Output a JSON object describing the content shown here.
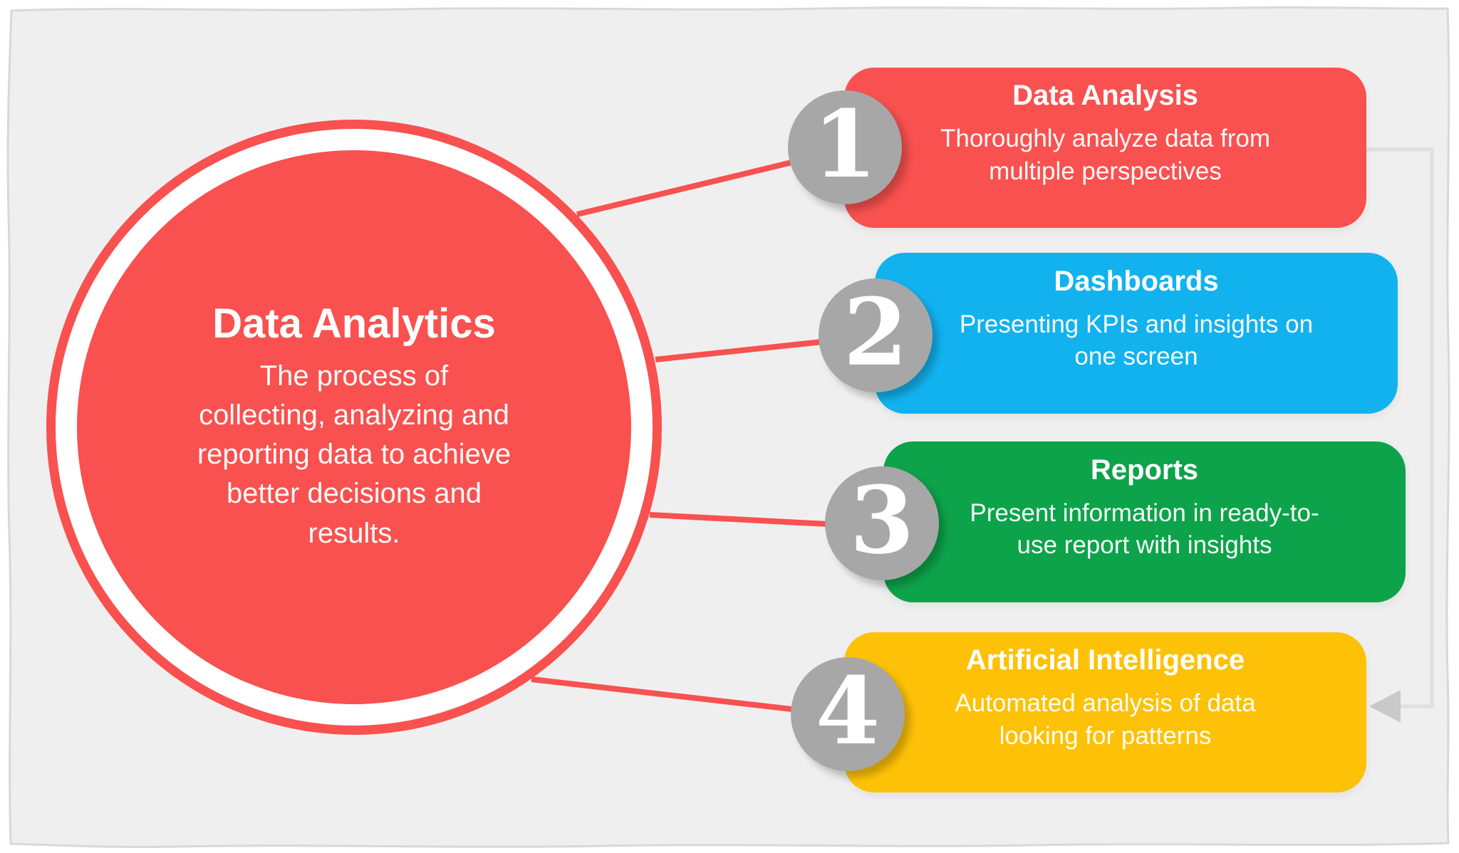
{
  "colors": {
    "background": "#f0efef",
    "frame_line": "#d8d8d8",
    "accent_red": "#f8514f",
    "accent_blue": "#12b2ef",
    "accent_green": "#0da34a",
    "accent_yellow": "#fdc107",
    "badge_gray": "#a8a7a7",
    "connector_gray": "#dfdfdf",
    "arrow_gray": "#c9c9c9",
    "text_white": "#ffffff"
  },
  "center_circle": {
    "title": "Data Analytics",
    "description": "The process of\ncollecting, analyzing and\nreporting data to achieve\nbetter decisions and\nresults."
  },
  "items": [
    {
      "number": "1",
      "title": "Data Analysis",
      "description": "Thoroughly analyze data from\nmultiple perspectives",
      "color": "#f8514f"
    },
    {
      "number": "2",
      "title": "Dashboards",
      "description": "Presenting KPIs and insights on\none screen",
      "color": "#12b2ef"
    },
    {
      "number": "3",
      "title": "Reports",
      "description": "Present information in ready-to-\nuse report with insights",
      "color": "#0da34a"
    },
    {
      "number": "4",
      "title": "Artificial Intelligence",
      "description": "Automated analysis of data\nlooking for patterns",
      "color": "#fdc107"
    }
  ]
}
